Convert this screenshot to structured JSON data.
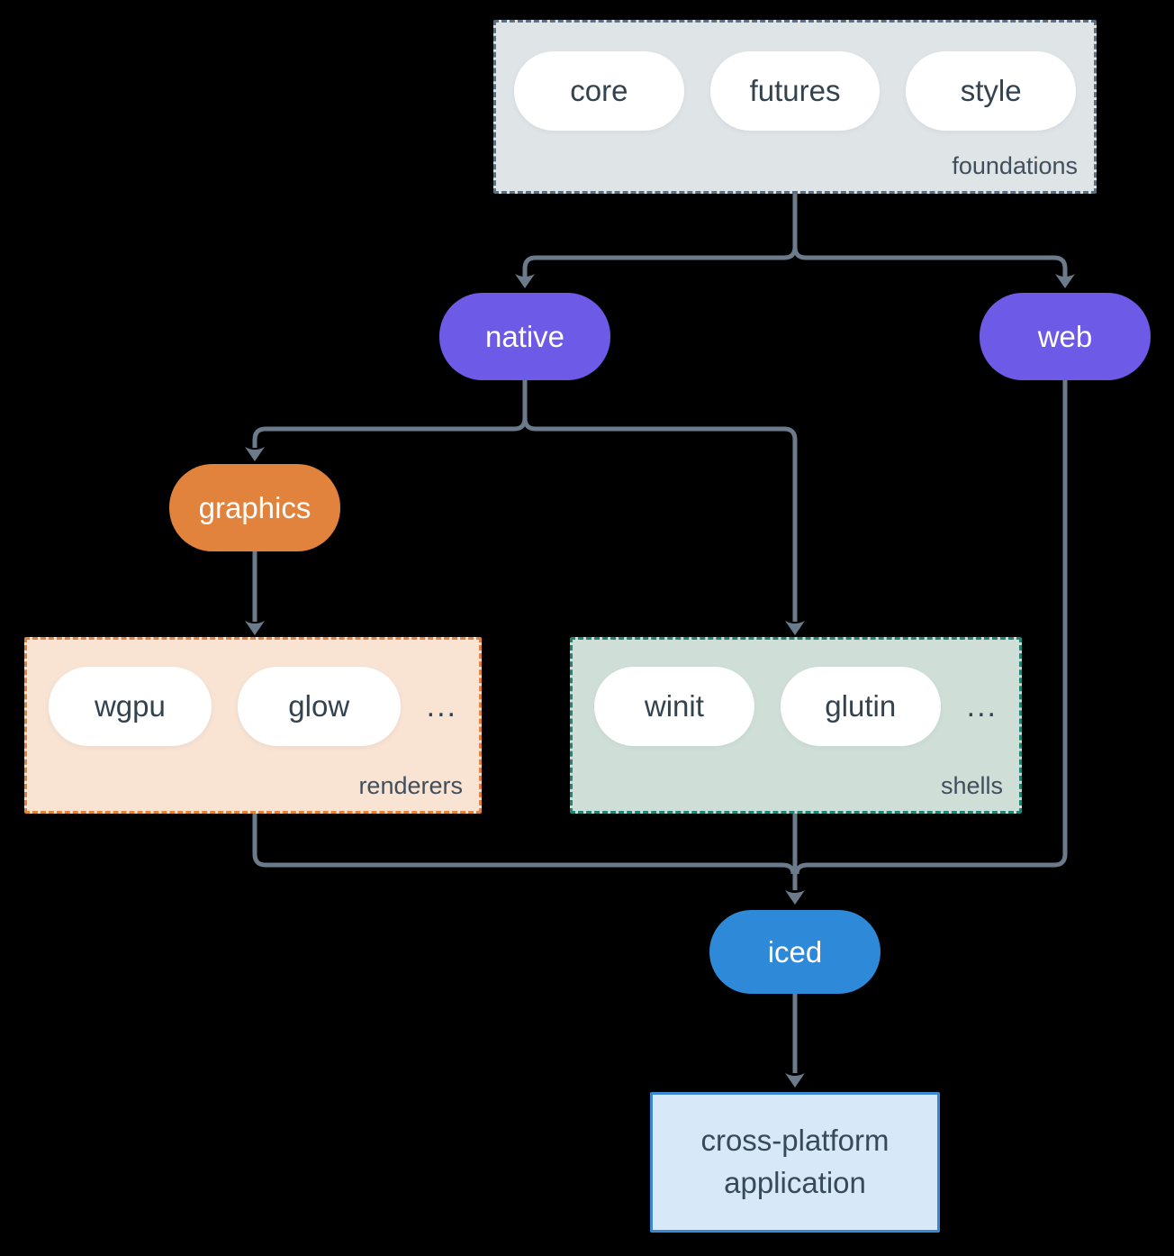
{
  "groups": {
    "foundations": {
      "label": "foundations",
      "pills": [
        "core",
        "futures",
        "style"
      ]
    },
    "renderers": {
      "label": "renderers",
      "pills": [
        "wgpu",
        "glow"
      ],
      "more": "..."
    },
    "shells": {
      "label": "shells",
      "pills": [
        "winit",
        "glutin"
      ],
      "more": "..."
    }
  },
  "nodes": {
    "native": "native",
    "web": "web",
    "graphics": "graphics",
    "iced": "iced"
  },
  "application": {
    "line1": "cross-platform",
    "line2": "application"
  },
  "edges": [
    {
      "from": "foundations",
      "to": "native"
    },
    {
      "from": "foundations",
      "to": "web"
    },
    {
      "from": "native",
      "to": "graphics"
    },
    {
      "from": "native",
      "to": "shells"
    },
    {
      "from": "graphics",
      "to": "renderers"
    },
    {
      "from": "renderers",
      "to": "iced"
    },
    {
      "from": "shells",
      "to": "iced"
    },
    {
      "from": "web",
      "to": "iced"
    },
    {
      "from": "iced",
      "to": "application"
    }
  ],
  "colors": {
    "background": "#000000",
    "edge_line": "#6b7b8b",
    "purple_node": "#6d5ae7",
    "orange_node": "#e2833d",
    "blue_node": "#2e8ad8",
    "foundations_fill": "#dfe4e7",
    "foundations_border": "#5d7082",
    "renderers_fill": "#f9e3d3",
    "renderers_border": "#e2833d",
    "shells_fill": "#cfdfd8",
    "shells_border": "#1f8575",
    "application_fill": "#d7e9f9",
    "application_border": "#3a87d4",
    "dark_text": "#33424f"
  }
}
